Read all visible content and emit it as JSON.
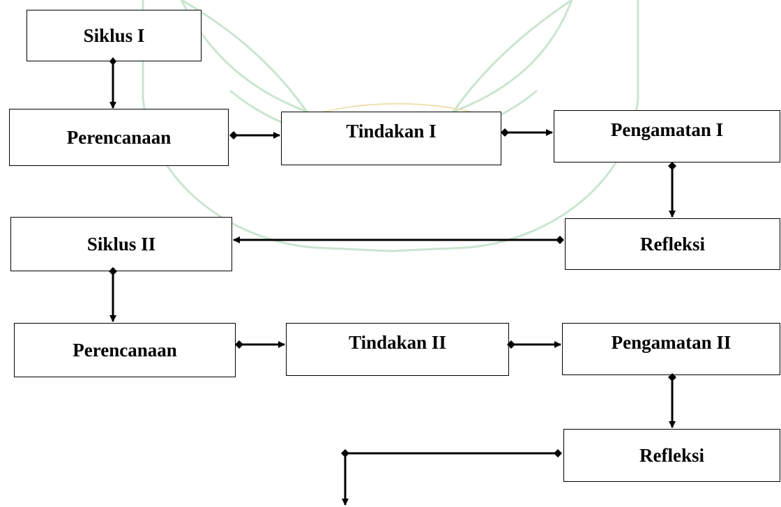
{
  "diagram": {
    "nodes": {
      "siklus1": "Siklus I",
      "perencanaan1": "Perencanaan",
      "tindakan1": "Tindakan I",
      "pengamatan1": "Pengamatan I",
      "refleksi1": "Refleksi",
      "siklus2": "Siklus II",
      "perencanaan2": "Perencanaan",
      "tindakan2": "Tindakan II",
      "pengamatan2": "Pengamatan II",
      "refleksi2": "Refleksi"
    },
    "edges": [
      {
        "from": "Siklus I",
        "to": "Perencanaan"
      },
      {
        "from": "Perencanaan",
        "to": "Tindakan I"
      },
      {
        "from": "Tindakan I",
        "to": "Pengamatan I"
      },
      {
        "from": "Pengamatan I",
        "to": "Refleksi"
      },
      {
        "from": "Refleksi",
        "to": "Siklus II"
      },
      {
        "from": "Siklus II",
        "to": "Perencanaan"
      },
      {
        "from": "Perencanaan",
        "to": "Tindakan II"
      },
      {
        "from": "Tindakan II",
        "to": "Pengamatan II"
      },
      {
        "from": "Pengamatan II",
        "to": "Refleksi"
      },
      {
        "from": "Refleksi",
        "to": ""
      }
    ],
    "watermark_color": "#c9e5cf",
    "line_color": "#000000"
  }
}
